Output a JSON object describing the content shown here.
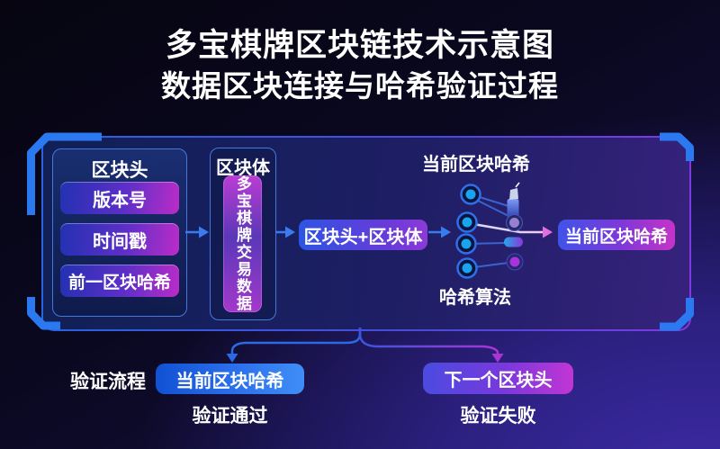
{
  "title": {
    "line1": "多宝棋牌区块链技术示意图",
    "line2": "数据区块连接与哈希验证过程"
  },
  "diagram": {
    "block_header": {
      "title": "区块头",
      "items": [
        "版本号",
        "时间戳",
        "前一区块哈希"
      ]
    },
    "block_body": {
      "title": "区块体",
      "content": "多宝棋牌交易数据"
    },
    "combine_label": "区块头+区块体",
    "hash_output_label": "当前区块哈希",
    "hash_algorithm_label": "哈希算法",
    "current_hash_box": "当前区块哈希"
  },
  "verification": {
    "flow_label": "验证流程",
    "pass_box": "当前区块哈希",
    "pass_result": "验证通过",
    "fail_box": "下一个区块头",
    "fail_result": "验证失败"
  },
  "colors": {
    "background_deep": "#060510",
    "background_purple": "#3d2ba8",
    "bracket_blue": "#2b79f0",
    "panel_border_blue": "#2a62e0",
    "panel_border_purple": "#7e3ae0",
    "pill_gradient_start": "#2231b2",
    "pill_gradient_end": "#bb2cc8",
    "pass_blue": "#2e74ee",
    "fail_magenta": "#c136d4",
    "node_cyan": "#1ba4ee",
    "node_purple": "#a832e0",
    "text": "#ffffff"
  }
}
